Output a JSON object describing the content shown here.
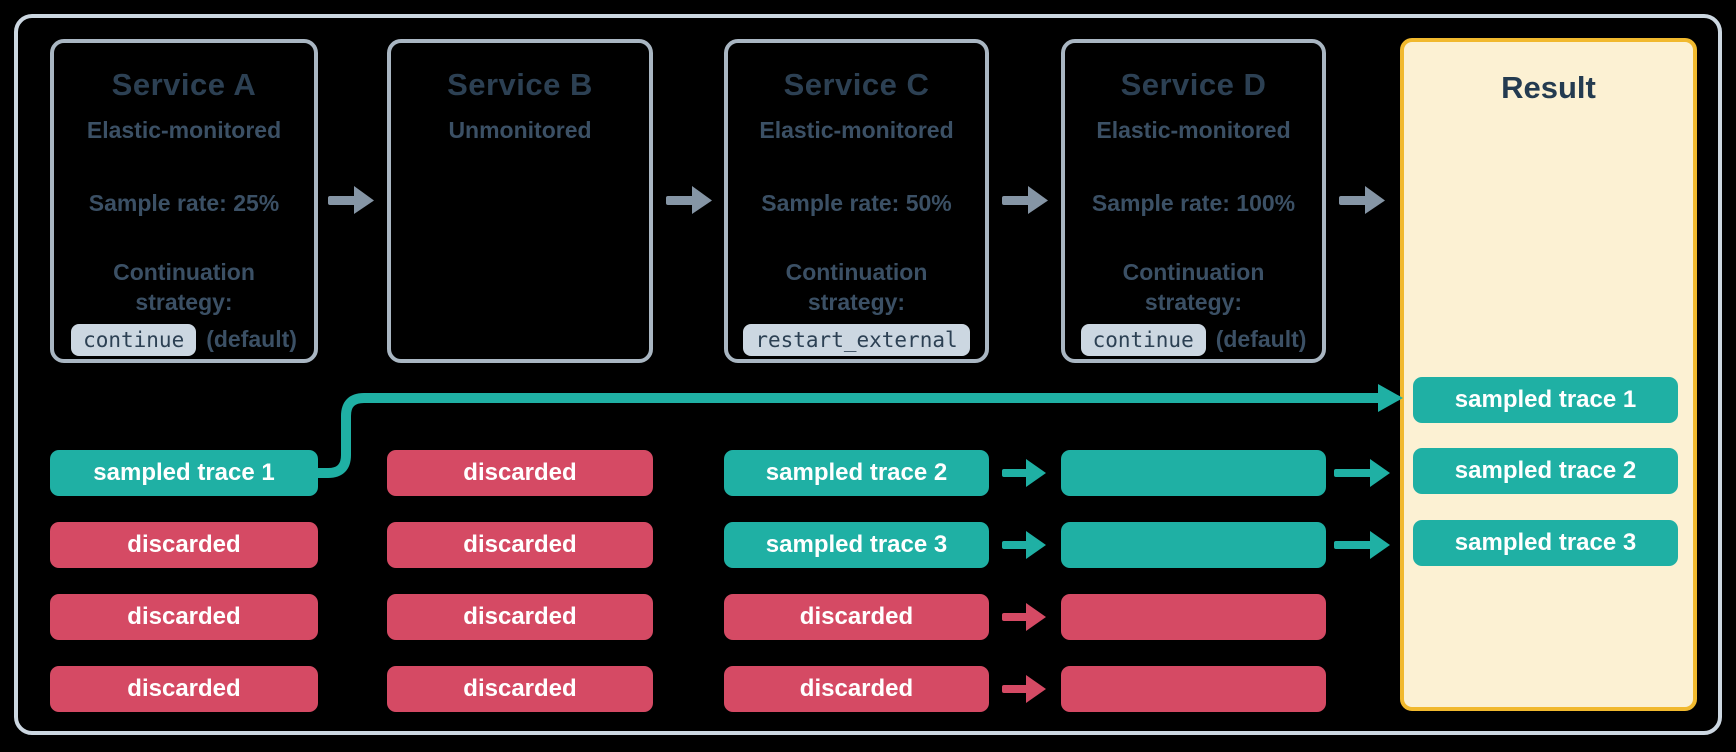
{
  "colors": {
    "teal": "#1fb0a4",
    "red": "#d54a64",
    "yellow_border": "#f1b92e",
    "yellow_bg": "#fcf1d3",
    "service_box_border": "#a9b6c2",
    "outer_frame_border": "#ccd7e1",
    "title_text": "#2c4053",
    "body_text": "#3b5065",
    "chip_bg": "#ccd7e1",
    "gray_arrow": "#8595a5"
  },
  "services": [
    {
      "title": "Service A",
      "subtitle": "Elastic-monitored",
      "sample_rate": "Sample rate: 25%",
      "continuation_label": "Continuation strategy:",
      "code": "continue",
      "code_suffix": "(default)"
    },
    {
      "title": "Service B",
      "subtitle": "Unmonitored"
    },
    {
      "title": "Service C",
      "subtitle": "Elastic-monitored",
      "sample_rate": "Sample rate: 50%",
      "continuation_label": "Continuation strategy:",
      "code": "restart_external"
    },
    {
      "title": "Service D",
      "subtitle": "Elastic-monitored",
      "sample_rate": "Sample rate: 100%",
      "continuation_label": "Continuation strategy:",
      "code": "continue",
      "code_suffix": "(default)"
    }
  ],
  "trace_columns": [
    {
      "service": "Service A",
      "pills": [
        {
          "label": "sampled trace 1",
          "type": "sampled"
        },
        {
          "label": "discarded",
          "type": "discarded"
        },
        {
          "label": "discarded",
          "type": "discarded"
        },
        {
          "label": "discarded",
          "type": "discarded"
        }
      ]
    },
    {
      "service": "Service B",
      "pills": [
        {
          "label": "discarded",
          "type": "discarded"
        },
        {
          "label": "discarded",
          "type": "discarded"
        },
        {
          "label": "discarded",
          "type": "discarded"
        },
        {
          "label": "discarded",
          "type": "discarded"
        }
      ]
    },
    {
      "service": "Service C",
      "pills": [
        {
          "label": "sampled trace 2",
          "type": "sampled"
        },
        {
          "label": "sampled trace 3",
          "type": "sampled"
        },
        {
          "label": "discarded",
          "type": "discarded"
        },
        {
          "label": "discarded",
          "type": "discarded"
        }
      ]
    },
    {
      "service": "Service D",
      "pills": [
        {
          "label": "",
          "type": "sampled"
        },
        {
          "label": "",
          "type": "sampled"
        },
        {
          "label": "",
          "type": "discarded"
        },
        {
          "label": "",
          "type": "discarded"
        }
      ]
    }
  ],
  "result": {
    "title": "Result",
    "traces": [
      "sampled trace 1",
      "sampled trace 2",
      "sampled trace 3"
    ]
  }
}
